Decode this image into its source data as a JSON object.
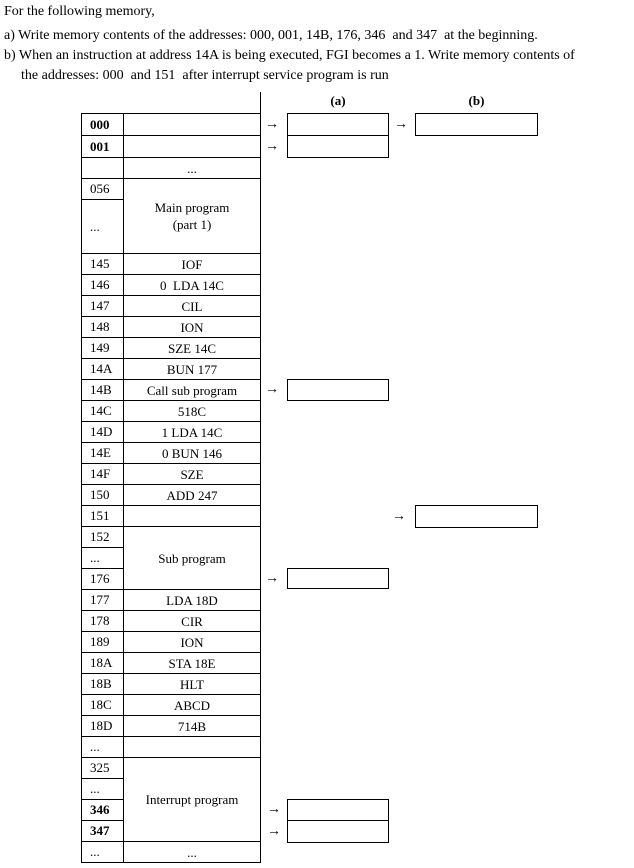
{
  "header": {
    "intro": "For the following memory,",
    "question_a": "a) Write memory contents of the addresses: 000, 001, 14B, 176, 346  and 347  at the beginning.",
    "question_b_line1": "b) When an instruction at address 14A is being executed, FGI becomes a 1. Write memory contents of",
    "question_b_line2": "the addresses: 000  and 151  after interrupt service program is run"
  },
  "columns": {
    "a_label": "(a)",
    "b_label": "(b)"
  },
  "glyphs": {
    "arrow": "→",
    "ellipsis": "..."
  },
  "memory_table": {
    "blocks": [
      {
        "type": "row",
        "addr": "000",
        "addr_bold": true,
        "content": "",
        "pitch": 22
      },
      {
        "type": "row",
        "addr": "001",
        "addr_bold": true,
        "content": "",
        "pitch": 22
      },
      {
        "type": "row",
        "addr": "",
        "content": "...",
        "pitch": 21
      },
      {
        "type": "group",
        "content_lines": [
          "Main program",
          "(part 1)"
        ],
        "addr_rows": [
          {
            "label": "056",
            "pitch": 21
          },
          {
            "label": "...",
            "pitch": 54
          }
        ]
      },
      {
        "type": "row",
        "addr": "145",
        "content": "IOF",
        "pitch": 21
      },
      {
        "type": "row",
        "addr": "146",
        "content": "0  LDA 14C",
        "pitch": 21
      },
      {
        "type": "row",
        "addr": "147",
        "content": "CIL",
        "pitch": 21
      },
      {
        "type": "row",
        "addr": "148",
        "content": "ION",
        "pitch": 21
      },
      {
        "type": "row",
        "addr": "149",
        "content": "SZE 14C",
        "pitch": 21
      },
      {
        "type": "row",
        "addr": "14A",
        "content": "BUN 177",
        "pitch": 21
      },
      {
        "type": "row",
        "addr": "14B",
        "content": "Call sub program",
        "pitch": 21
      },
      {
        "type": "row",
        "addr": "14C",
        "content": "518C",
        "pitch": 21
      },
      {
        "type": "row",
        "addr": "14D",
        "content": "1 LDA 14C",
        "pitch": 21
      },
      {
        "type": "row",
        "addr": "14E",
        "content": "0 BUN 146",
        "pitch": 21
      },
      {
        "type": "row",
        "addr": "14F",
        "content": "SZE",
        "pitch": 21
      },
      {
        "type": "row",
        "addr": "150",
        "content": "ADD 247",
        "pitch": 21
      },
      {
        "type": "row",
        "addr": "151",
        "content": "",
        "pitch": 21
      },
      {
        "type": "group",
        "content_lines": [
          "Sub program"
        ],
        "addr_rows": [
          {
            "label": "152",
            "pitch": 21
          },
          {
            "label": "...",
            "pitch": 21
          },
          {
            "label": "176",
            "pitch": 21
          }
        ]
      },
      {
        "type": "row",
        "addr": "177",
        "content": "LDA 18D",
        "pitch": 21
      },
      {
        "type": "row",
        "addr": "178",
        "content": "CIR",
        "pitch": 21
      },
      {
        "type": "row",
        "addr": "189",
        "content": "ION",
        "pitch": 21
      },
      {
        "type": "row",
        "addr": "18A",
        "content": "STA 18E",
        "pitch": 21
      },
      {
        "type": "row",
        "addr": "18B",
        "content": "HLT",
        "pitch": 21
      },
      {
        "type": "row",
        "addr": "18C",
        "content": "ABCD",
        "pitch": 21
      },
      {
        "type": "row",
        "addr": "18D",
        "content": "714B",
        "pitch": 21
      },
      {
        "type": "row",
        "addr": "...",
        "content": "",
        "pitch": 21
      },
      {
        "type": "group",
        "content_lines": [
          "Interrupt program"
        ],
        "addr_rows": [
          {
            "label": "325",
            "pitch": 21
          },
          {
            "label": "...",
            "pitch": 21
          },
          {
            "label": "346",
            "bold": true,
            "pitch": 21
          },
          {
            "label": "347",
            "bold": true,
            "pitch": 21
          }
        ]
      },
      {
        "type": "row",
        "addr": "...",
        "content": "...",
        "pitch": 21
      }
    ]
  }
}
